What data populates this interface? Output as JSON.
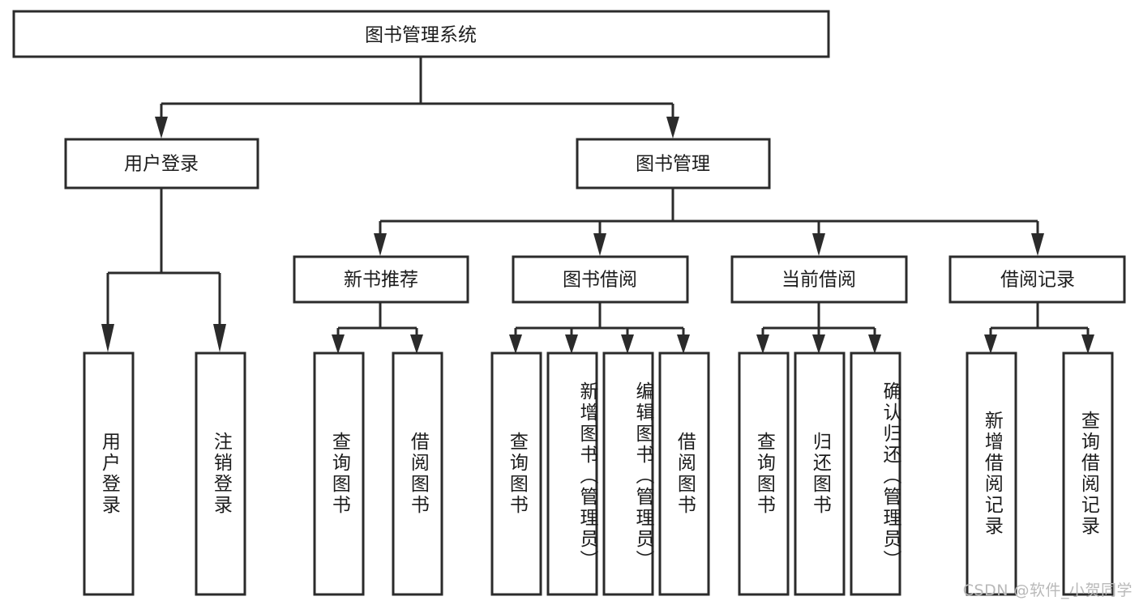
{
  "diagram": {
    "title": "图书管理系统",
    "type": "tree",
    "orientation": "top-down",
    "colors": {
      "stroke": "#2b2b2b",
      "fill": "#ffffff",
      "text": "#1c1c1c",
      "watermark": "#b9b9b9",
      "background": "#ffffff"
    },
    "root": {
      "label": "图书管理系统"
    },
    "level2": [
      {
        "label": "用户登录"
      },
      {
        "label": "图书管理"
      }
    ],
    "level3": [
      {
        "label": "新书推荐"
      },
      {
        "label": "图书借阅"
      },
      {
        "label": "当前借阅"
      },
      {
        "label": "借阅记录"
      }
    ],
    "leaves": {
      "user_login": [
        {
          "label": "用户登录"
        },
        {
          "label": "注销登录"
        }
      ],
      "new_book_recommend": [
        {
          "label": "查询图书"
        },
        {
          "label": "借阅图书"
        }
      ],
      "book_borrow": [
        {
          "label": "查询图书"
        },
        {
          "label": "新增图书（管理员）"
        },
        {
          "label": "编辑图书（管理员）"
        },
        {
          "label": "借阅图书"
        }
      ],
      "current_borrow": [
        {
          "label": "查询图书"
        },
        {
          "label": "归还图书"
        },
        {
          "label": "确认归还（管理员）"
        }
      ],
      "borrow_record": [
        {
          "label": "新增借阅记录"
        },
        {
          "label": "查询借阅记录"
        }
      ]
    }
  },
  "watermark": {
    "text": "CSDN @软件_小贺同学"
  }
}
